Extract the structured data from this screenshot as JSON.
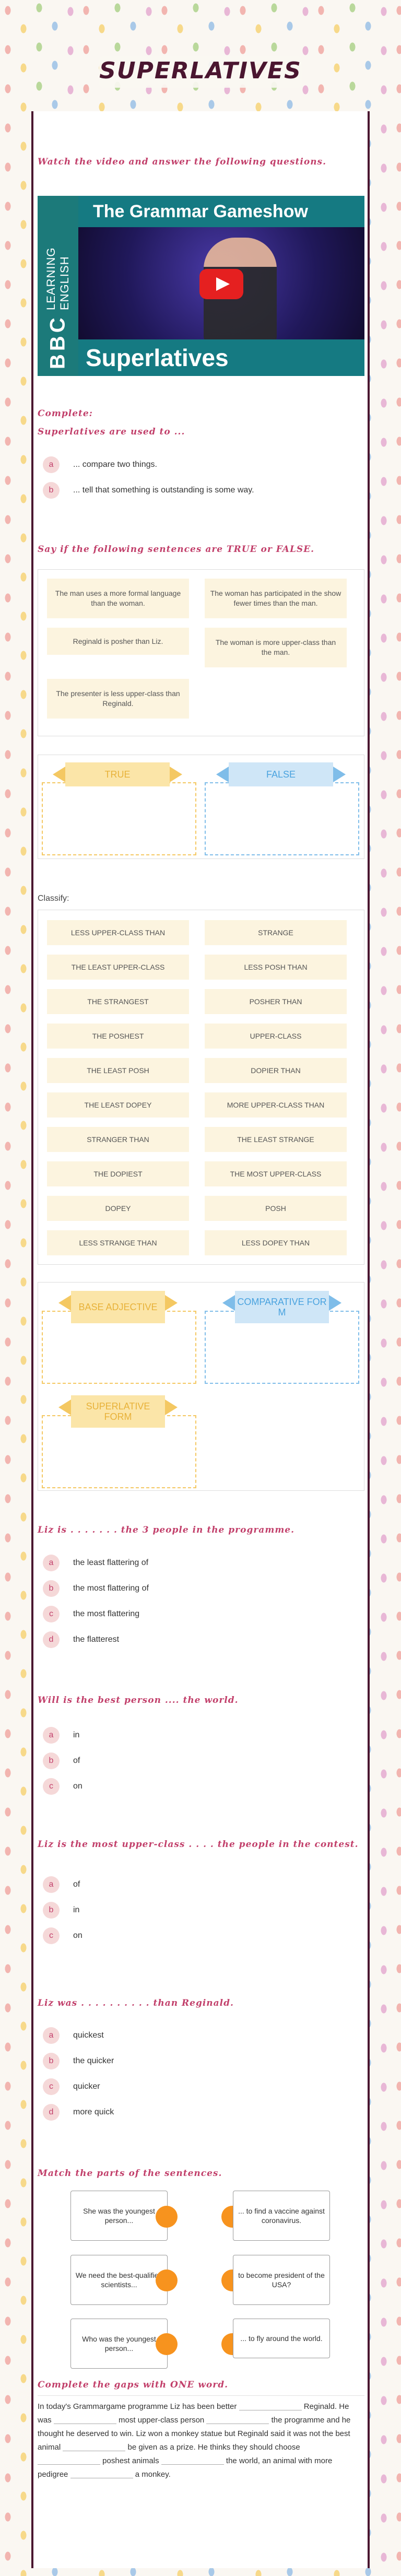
{
  "page": {
    "title": "SUPERLATIVES"
  },
  "video": {
    "instruction": "Watch the video and answer the following questions.",
    "brand": "BBC",
    "brand_sub": "LEARNING ENGLISH",
    "banner_top": "The Grammar Gameshow",
    "banner_bottom": "Superlatives",
    "play_icon": "play-icon"
  },
  "q_complete": {
    "heading1": "Complete:",
    "heading2": "Superlatives are used to ...",
    "options": [
      {
        "letter": "a",
        "text": "... compare two things."
      },
      {
        "letter": "b",
        "text": "... tell that something is outstanding is some way."
      }
    ]
  },
  "q_truefalse": {
    "heading": "Say if the following sentences are TRUE or FALSE.",
    "items": [
      "The man uses a more formal language than the woman.",
      "The woman has participated in the show fewer times than the man.",
      "Reginald is posher than Liz.",
      "The woman is more upper-class than the man.",
      "The presenter is less upper-class than Reginald."
    ],
    "true_label": "TRUE",
    "false_label": "FALSE"
  },
  "q_classify": {
    "heading": "Classify:",
    "items": [
      "LESS UPPER-CLASS THAN",
      "STRANGE",
      "THE LEAST UPPER-CLASS",
      "LESS POSH THAN",
      "THE STRANGEST",
      "POSHER THAN",
      "THE POSHEST",
      "UPPER-CLASS",
      "THE LEAST POSH",
      "DOPIER THAN",
      "THE LEAST DOPEY",
      "MORE UPPER-CLASS THAN",
      "STRANGER THAN",
      "THE LEAST STRANGE",
      "THE DOPIEST",
      "THE MOST UPPER-CLASS",
      "DOPEY",
      "POSH",
      "LESS STRANGE THAN",
      "LESS DOPEY THAN"
    ],
    "box1": "BASE ADJECTIVE",
    "box2": "COMPARATIVE FORM",
    "box3": "SUPERLATIVE FORM"
  },
  "q_liz1": {
    "heading": "Liz is . . . . . . . the 3 people in the programme.",
    "options": [
      {
        "letter": "a",
        "text": "the least flattering of"
      },
      {
        "letter": "b",
        "text": "the most flattering of"
      },
      {
        "letter": "c",
        "text": "the most flattering"
      },
      {
        "letter": "d",
        "text": "the flatterest"
      }
    ]
  },
  "q_best": {
    "heading": "Will is the best person .... the world.",
    "options": [
      {
        "letter": "a",
        "text": "in"
      },
      {
        "letter": "b",
        "text": "of"
      },
      {
        "letter": "c",
        "text": "on"
      }
    ]
  },
  "q_upper": {
    "heading": "Liz is the most upper-class . . . .  the people in the contest.",
    "options": [
      {
        "letter": "a",
        "text": "of"
      },
      {
        "letter": "b",
        "text": "in"
      },
      {
        "letter": "c",
        "text": "on"
      }
    ]
  },
  "q_quick": {
    "heading": "Liz was  . . . . . . . . . .  than  Reginald.",
    "options": [
      {
        "letter": "a",
        "text": "quickest"
      },
      {
        "letter": "b",
        "text": "the quicker"
      },
      {
        "letter": "c",
        "text": "quicker"
      },
      {
        "letter": "d",
        "text": "more quick"
      }
    ]
  },
  "q_match": {
    "heading": "Match the parts of the sentences.",
    "left": [
      "She was the youngest person...",
      "We need the best-qualified scientists...",
      "Who was the youngest person..."
    ],
    "right": [
      "... to find a vaccine against coronavirus.",
      "to become president of the USA?",
      "... to fly around the world."
    ]
  },
  "q_gaps": {
    "heading": "Complete the  gaps with ONE  word.",
    "p1": "In today's Grammargame programme Liz has been better",
    "p2": "Reginald. He was",
    "p3": "most upper-class person",
    "p4": "the programme and he thought he deserved to win. Liz won a monkey statue but Reginald said it was not the best animal",
    "p5": "be given as a prize. He thinks they should choose",
    "p6": "poshest animals",
    "p7": "the world, an animal with more pedigree",
    "p8": "a monkey."
  }
}
